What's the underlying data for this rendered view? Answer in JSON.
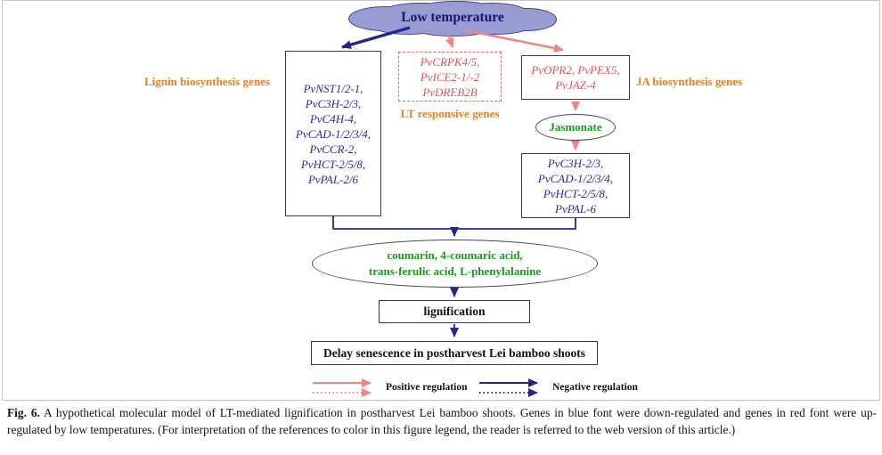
{
  "figure": {
    "cloud_label": "Low temperature",
    "labels": {
      "lignin": "Lignin biosynthesis genes",
      "lt_responsive": "LT responsive genes",
      "ja": "JA biosynthesis genes"
    },
    "lignin_genes": [
      "PvNST1/2-1,",
      "PvC3H-2/3,",
      "PvC4H-4,",
      "PvCAD-1/2/3/4,",
      "PvCCR-2,",
      "PvHCT-2/5/8,",
      "PvPAL-2/6"
    ],
    "lt_genes": [
      "PvCRPK4/5,",
      "PvICE2-1/-2",
      "PvDREB2B"
    ],
    "ja_genes": [
      "PvOPR2, PvPEX5,",
      "PvJAZ-4"
    ],
    "jasmonate": "Jasmonate",
    "downstream_genes": [
      "PvC3H-2/3,",
      "PvCAD-1/2/3/4,",
      "PvHCT-2/5/8,",
      "PvPAL-6"
    ],
    "metabolites": [
      "coumarin, 4-coumaric acid,",
      "trans-ferulic acid, L-phenylalanine"
    ],
    "lignification": "lignification",
    "outcome": "Delay senescence in postharvest Lei bamboo shoots",
    "legend": {
      "positive": "Positive regulation",
      "negative": "Negative regulation"
    }
  },
  "caption": {
    "fig_label": "Fig. 6.",
    "body": "A hypothetical molecular model of LT-mediated lignification in postharvest Lei bamboo shoots. Genes in blue font were down-regulated and genes in red font were up-regulated by low temperatures. (For interpretation of the references to color in this figure legend, the reader is referred to the web version of this article.)"
  },
  "colors": {
    "blue_genes": "#2a2aa0",
    "red_genes": "#de5454",
    "orange_labels": "#ee7d1a",
    "green_text": "#1a9a1a",
    "navy_arrow": "#22278d",
    "red_arrow": "#f08484",
    "cloud_fill": "#999bd3",
    "cloud_stroke": "#43468f"
  }
}
